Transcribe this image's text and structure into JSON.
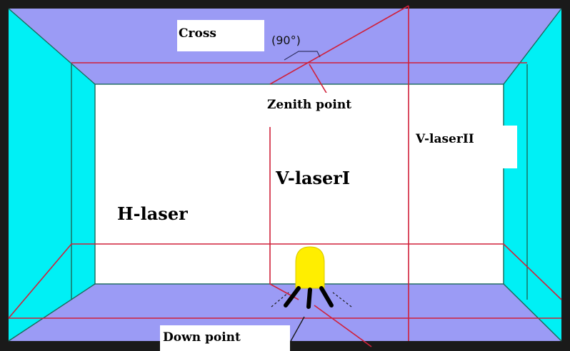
{
  "diagram": {
    "labels": {
      "cross": "Cross",
      "angle": "(90°)",
      "zenith_point": "Zenith point",
      "v_laser_2": "V-laserII",
      "v_laser_1": "V-laserI",
      "h_laser": "H-laser",
      "down_point": "Down point"
    },
    "colors": {
      "ceiling_floor": "#9b9bf5",
      "side_walls": "#00f0f5",
      "back_wall": "#ffffff",
      "laser": "#d0203a",
      "device_body": "#ffee00",
      "device_legs": "#000000",
      "room_edges": "#1a6a5a"
    }
  }
}
